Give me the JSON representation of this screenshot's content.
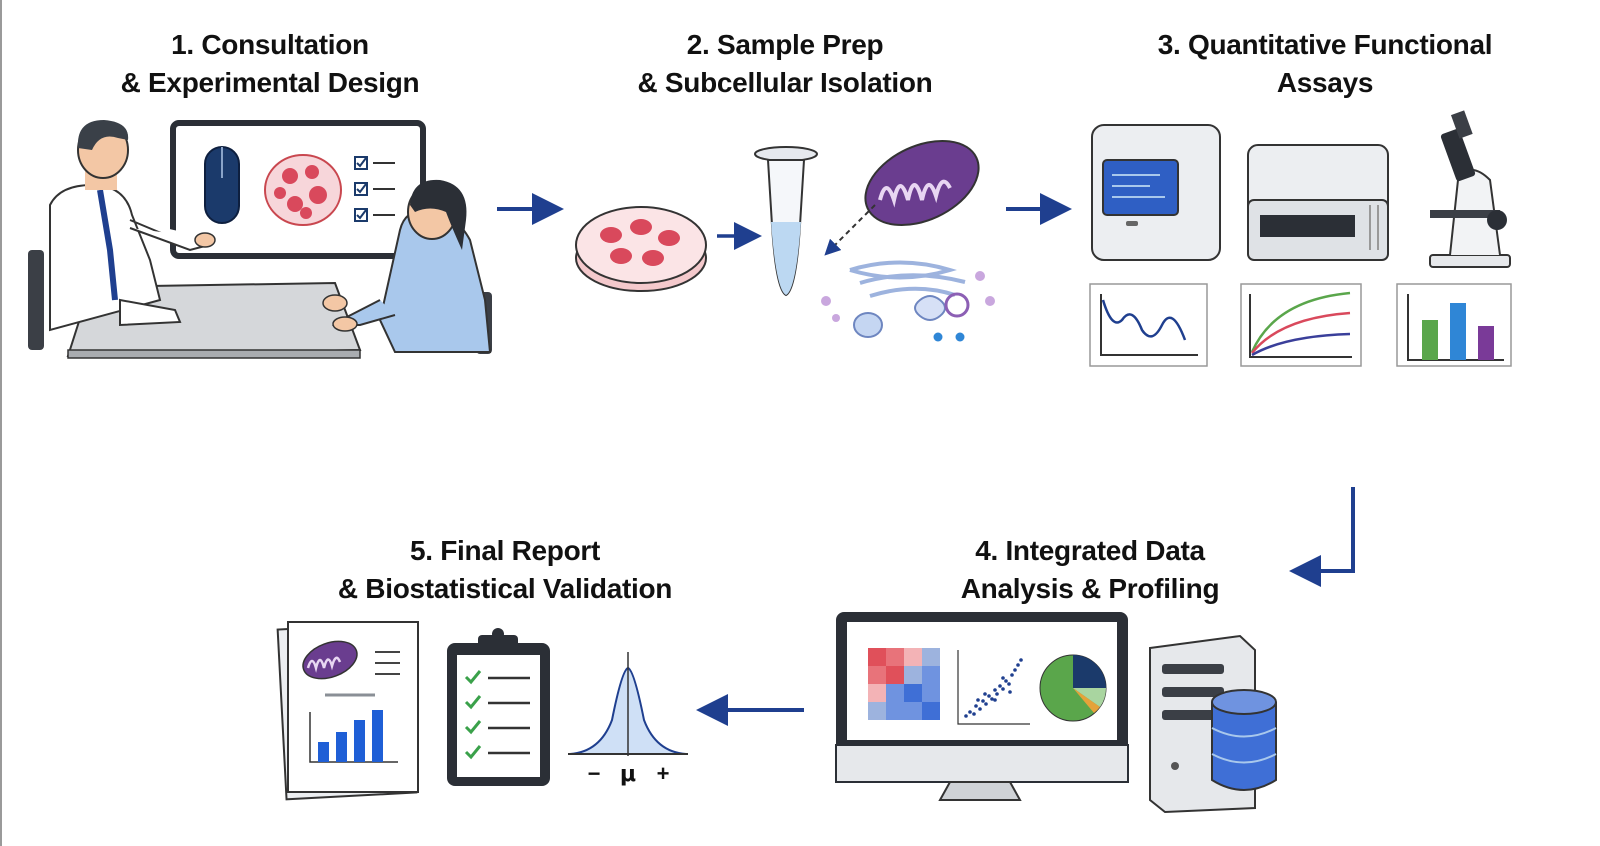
{
  "steps": [
    {
      "number": "1.",
      "line1": "Consultation",
      "line2": "& Experimental Design"
    },
    {
      "number": "2.",
      "line1": "Sample Prep",
      "line2": "& Subcellular Isolation"
    },
    {
      "number": "3.",
      "line1": "Quantitative Functional",
      "line2": "Assays"
    },
    {
      "number": "4.",
      "line1": "Integrated Data",
      "line2": "Analysis & Profiling"
    },
    {
      "number": "5.",
      "line1": "Final Report",
      "line2": "& Biostatistical Validation"
    }
  ],
  "bell_curve_labels": {
    "minus": "−",
    "mu": "μ",
    "plus": "+"
  },
  "colors": {
    "arrow": "#1f3f8f",
    "mitochondria": "#6a3d8f",
    "cell_red": "#d9495c",
    "chart_green": "#5aa64b",
    "chart_blue": "#2f86d6",
    "chart_purple": "#7a3a98",
    "heatmap_red": "#e0505a",
    "heatmap_blue": "#3f6fd6"
  },
  "icons": [
    "scientist-icon",
    "client-icon",
    "presentation-screen-icon",
    "mouse-icon",
    "petri-dish-icon",
    "checklist-icon",
    "arrow-right-icon",
    "microcentrifuge-tube-icon",
    "mitochondrion-icon",
    "organelles-icon",
    "plate-reader-icon",
    "analyzer-icon",
    "microscope-icon",
    "line-graph-icon",
    "curve-graph-icon",
    "bar-graph-icon",
    "arrow-down-left-icon",
    "monitor-icon",
    "server-icon",
    "database-icon",
    "report-document-icon",
    "clipboard-icon",
    "bell-curve-icon",
    "arrow-left-icon"
  ]
}
